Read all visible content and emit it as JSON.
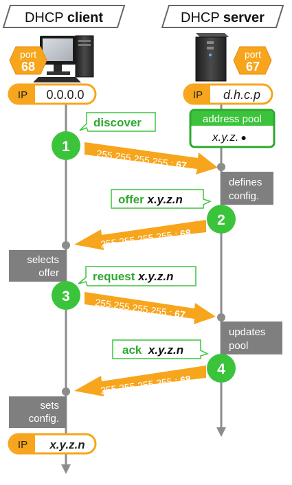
{
  "client": {
    "title_prefix": "DHCP ",
    "title_bold": "client",
    "port_label": "port",
    "port_value": "68",
    "ip_label": "IP",
    "ip_initial": "0.0.0.0",
    "ip_final": "x.y.z.n"
  },
  "server": {
    "title_prefix": "DHCP ",
    "title_bold": "server",
    "port_label": "port",
    "port_value": "67",
    "ip_label": "IP",
    "ip_value": "d.h.c.p",
    "pool_title": "address pool",
    "pool_value": "x.y.z.",
    "pool_dot": "●"
  },
  "steps": [
    {
      "number": "1",
      "msg_plain": "discover",
      "msg_italic": "",
      "arrow_addr": "255.255.255.255 : ",
      "arrow_port": "67"
    },
    {
      "number": "2",
      "msg_plain": "offer ",
      "msg_italic": "x.y.z.n",
      "arrow_addr": "255.255.255.255 : ",
      "arrow_port": "68"
    },
    {
      "number": "3",
      "msg_plain": "request ",
      "msg_italic": "x.y.z.n",
      "arrow_addr": "255.255.255.255 : ",
      "arrow_port": "67"
    },
    {
      "number": "4",
      "msg_plain": "ack  ",
      "msg_italic": "x.y.z.n",
      "arrow_addr": "255.255.255.255 : ",
      "arrow_port": "68"
    }
  ],
  "notes": {
    "server_defines": [
      "defines",
      "config."
    ],
    "client_selects": [
      "selects",
      "offer"
    ],
    "server_updates": [
      "updates",
      "pool"
    ],
    "client_sets": [
      "sets",
      "config."
    ]
  },
  "colors": {
    "orange": "#f7a51c",
    "orange_dark": "#e8870e",
    "green": "#3bc43b",
    "green_border": "#2ea82e",
    "gray_box": "#7f7f7f",
    "lifeline": "#8c8c8c"
  }
}
